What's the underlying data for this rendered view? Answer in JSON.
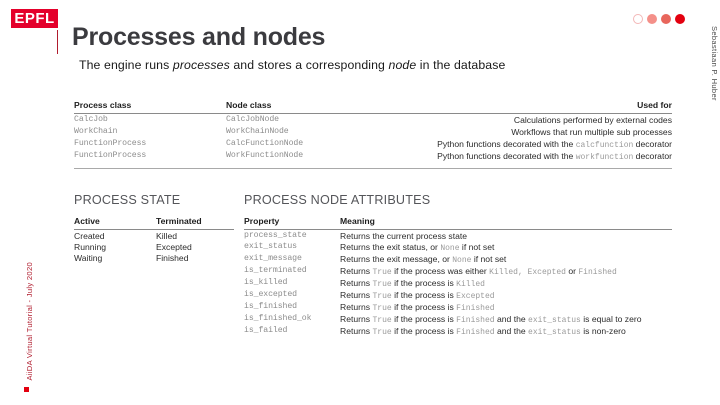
{
  "brand": {
    "logo_text": "EPFL",
    "logo_color": "#e4002b",
    "accent_color": "#e3000f",
    "footer_color": "#b01c2e"
  },
  "header": {
    "title": "Processes and nodes",
    "subtitle_prefix": "The engine runs ",
    "subtitle_italic_1": "processes",
    "subtitle_middle": " and stores a corresponding ",
    "subtitle_italic_2": "node",
    "subtitle_suffix": " in the database",
    "author": "Sebastiaan P. Huber"
  },
  "progress": {
    "dots": [
      "empty",
      "light",
      "medium",
      "full"
    ],
    "current": 4,
    "total": 4
  },
  "footer": {
    "event": "AiiDA Virtual Tutorial - July 2020"
  },
  "table_classes": {
    "headers": [
      "Process class",
      "Node class",
      "Used for"
    ],
    "rows": [
      {
        "process_class": "CalcJob",
        "node_class": "CalcJobNode",
        "used_for_pre": "Calculations performed by external codes",
        "used_for_code": "",
        "used_for_post": ""
      },
      {
        "process_class": "WorkChain",
        "node_class": "WorkChainNode",
        "used_for_pre": "Workflows that run multiple sub processes",
        "used_for_code": "",
        "used_for_post": ""
      },
      {
        "process_class": "FunctionProcess",
        "node_class": "CalcFunctionNode",
        "used_for_pre": "Python functions decorated with the ",
        "used_for_code": "calcfunction",
        "used_for_post": " decorator"
      },
      {
        "process_class": "FunctionProcess",
        "node_class": "WorkFunctionNode",
        "used_for_pre": "Python functions decorated with the ",
        "used_for_code": "workfunction",
        "used_for_post": " decorator"
      }
    ]
  },
  "process_state": {
    "title": "PROCESS STATE",
    "headers": [
      "Active",
      "Terminated"
    ],
    "rows": [
      {
        "active": "Created",
        "terminated": "Killed"
      },
      {
        "active": "Running",
        "terminated": "Excepted"
      },
      {
        "active": "Waiting",
        "terminated": "Finished"
      }
    ]
  },
  "node_attributes": {
    "title": "PROCESS NODE ATTRIBUTES",
    "headers": [
      "Property",
      "Meaning"
    ],
    "rows": [
      {
        "property": "process_state",
        "meaning_1": "Returns the current process state",
        "meaning_code_1": "",
        "meaning_2": "",
        "meaning_code_2": "",
        "meaning_3": ""
      },
      {
        "property": "exit_status",
        "meaning_1": "Returns the exit status, or ",
        "meaning_code_1": "None",
        "meaning_2": " if not set",
        "meaning_code_2": "",
        "meaning_3": ""
      },
      {
        "property": "exit_message",
        "meaning_1": "Returns the exit message, or ",
        "meaning_code_1": "None",
        "meaning_2": " if not set",
        "meaning_code_2": "",
        "meaning_3": ""
      },
      {
        "property": "is_terminated",
        "meaning_1": "Returns ",
        "meaning_code_1": "True",
        "meaning_2": " if the process was either ",
        "meaning_code_2": "Killed, Excepted",
        "meaning_3": " or ",
        "meaning_code_3": "Finished",
        "meaning_4": ""
      },
      {
        "property": "is_killed",
        "meaning_1": "Returns ",
        "meaning_code_1": "True",
        "meaning_2": " if the process is ",
        "meaning_code_2": "Killed",
        "meaning_3": ""
      },
      {
        "property": "is_excepted",
        "meaning_1": "Returns ",
        "meaning_code_1": "True",
        "meaning_2": " if the process is ",
        "meaning_code_2": "Excepted",
        "meaning_3": ""
      },
      {
        "property": "is_finished",
        "meaning_1": "Returns ",
        "meaning_code_1": "True",
        "meaning_2": " if the process is ",
        "meaning_code_2": "Finished",
        "meaning_3": ""
      },
      {
        "property": "is_finished_ok",
        "meaning_1": "Returns ",
        "meaning_code_1": "True",
        "meaning_2": " if the process is ",
        "meaning_code_2": "Finished",
        "meaning_3": " and the ",
        "meaning_code_3": "exit_status",
        "meaning_4": " is equal to zero"
      },
      {
        "property": "is_failed",
        "meaning_1": "Returns ",
        "meaning_code_1": "True",
        "meaning_2": " if the process is ",
        "meaning_code_2": "Finished",
        "meaning_3": " and the ",
        "meaning_code_3": "exit_status",
        "meaning_4": " is non-zero"
      }
    ]
  }
}
